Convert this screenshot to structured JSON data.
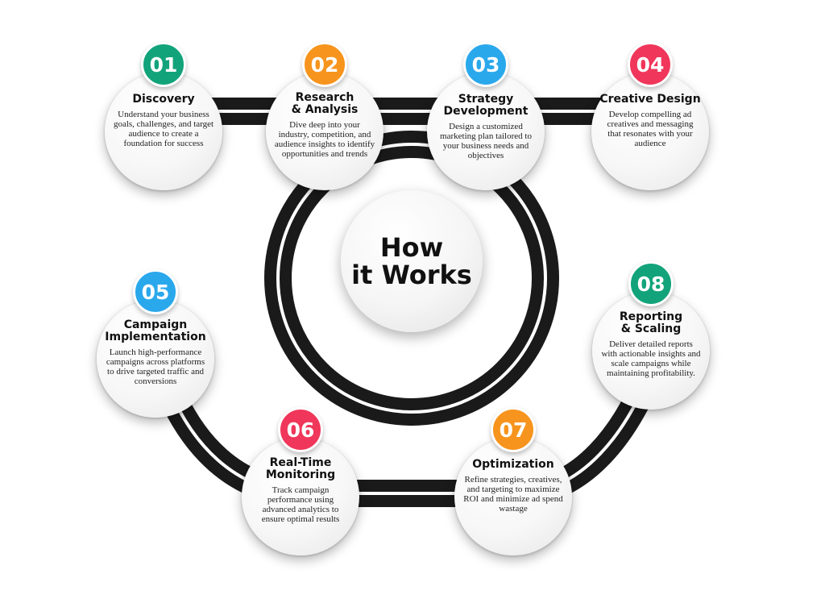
{
  "center": {
    "title": "How\nit Works"
  },
  "steps": [
    {
      "number": "01",
      "title": "Discovery",
      "description": "Understand your business goals, challenges, and target audience to create a foundation for success",
      "color": "#12a37a"
    },
    {
      "number": "02",
      "title": "Research\n& Analysis",
      "description": "Dive deep into your industry, competition, and audience insights to identify opportunities and trends",
      "color": "#f7941d"
    },
    {
      "number": "03",
      "title": "Strategy\nDevelopment",
      "description": "Design a customized marketing plan tailored to your business needs and objectives",
      "color": "#2aa8ec"
    },
    {
      "number": "04",
      "title": "Creative Design",
      "description": "Develop compelling ad creatives and messaging that resonates with your audience",
      "color": "#f0365a"
    },
    {
      "number": "05",
      "title": "Campaign\nImplementation",
      "description": "Launch high-performance campaigns across platforms to drive targeted traffic and conversions",
      "color": "#2aa8ec"
    },
    {
      "number": "06",
      "title": "Real-Time\nMonitoring",
      "description": "Track campaign performance using advanced analytics to ensure optimal results",
      "color": "#f0365a"
    },
    {
      "number": "07",
      "title": "Optimization",
      "description": "Refine strategies, creatives, and targeting to maximize ROI and minimize ad spend wastage",
      "color": "#f7941d"
    },
    {
      "number": "08",
      "title": "Reporting\n& Scaling",
      "description": "Deliver detailed reports with actionable insights and scale campaigns while maintaining profitability.",
      "color": "#12a37a"
    }
  ]
}
